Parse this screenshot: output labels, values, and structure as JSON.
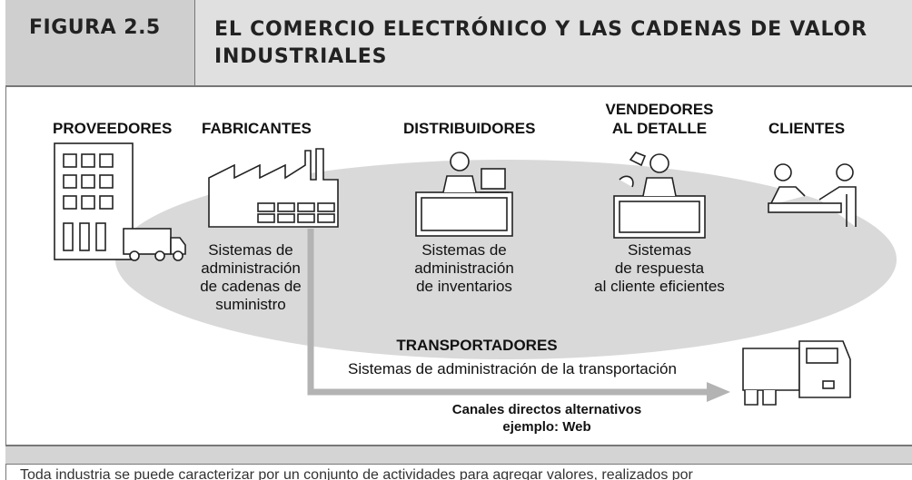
{
  "figure": {
    "label": "FIGURA 2.5",
    "title": "EL COMERCIO ELECTRÓNICO Y LAS CADENAS DE VALOR INDUSTRIALES"
  },
  "actors": {
    "proveedores": "PROVEEDORES",
    "fabricantes": "FABRICANTES",
    "distribuidores": "DISTRIBUIDORES",
    "vendedores_1": "VENDEDORES",
    "vendedores_2": "AL DETALLE",
    "clientes": "CLIENTES",
    "transportadores": "TRANSPORTADORES"
  },
  "systems": {
    "supply_1": "Sistemas de",
    "supply_2": "administración",
    "supply_3": "de cadenas de",
    "supply_4": "suministro",
    "inventory_1": "Sistemas de",
    "inventory_2": "administración",
    "inventory_3": "de inventarios",
    "response_1": "Sistemas",
    "response_2": "de respuesta",
    "response_3": "al cliente eficientes",
    "transport": "Sistemas de administración de la transportación"
  },
  "channels": {
    "line1": "Canales directos alternativos",
    "line2": "ejemplo: Web"
  },
  "caption": "Toda industria se puede caracterizar por un conjunto de actividades para agregar valores, realizados por"
}
